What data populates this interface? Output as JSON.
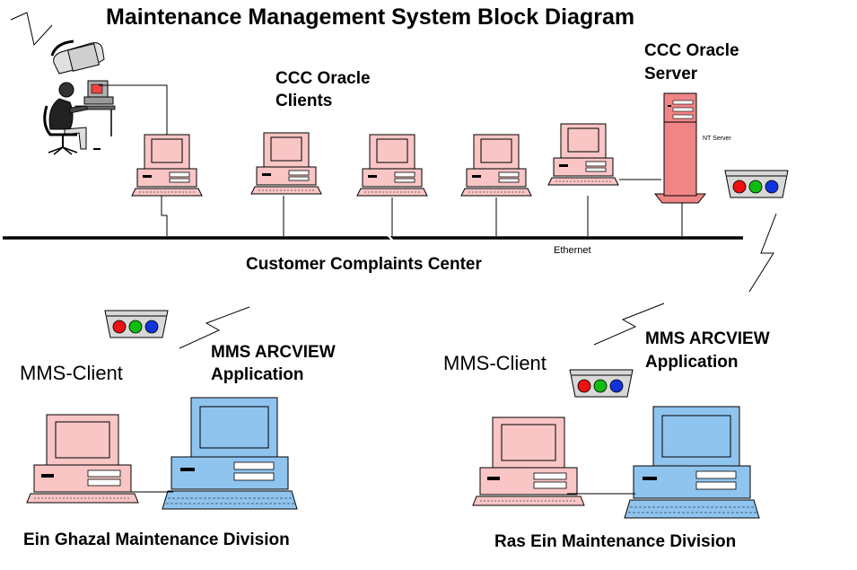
{
  "title": "Maintenance Management System Block Diagram",
  "labels": {
    "clients_line1": "CCC Oracle",
    "clients_line2": "Clients",
    "server_line1": "CCC Oracle",
    "server_line2": "Server",
    "nt_server": "NT Server",
    "ethernet": "Ethernet",
    "ccc": "Customer Complaints Center",
    "mms_client_left": "MMS-Client",
    "mms_client_right": "MMS-Client",
    "arcview_left_line1": "MMS ARCVIEW",
    "arcview_left_line2": "Application",
    "arcview_right_line1": "MMS ARCVIEW",
    "arcview_right_line2": "Application",
    "div_left": "Ein Ghazal Maintenance Division",
    "div_right": "Ras Ein Maintenance Division"
  },
  "colors": {
    "pink": "#f9c5c5",
    "pink_dark": "#e89b9b",
    "blue": "#8fc4ef",
    "blue_dark": "#5d9ad4",
    "server": "#f08585",
    "modem": "#d8d8d8",
    "led_red": "#ee1111",
    "led_green": "#11bb11",
    "led_blue": "#1133dd"
  }
}
